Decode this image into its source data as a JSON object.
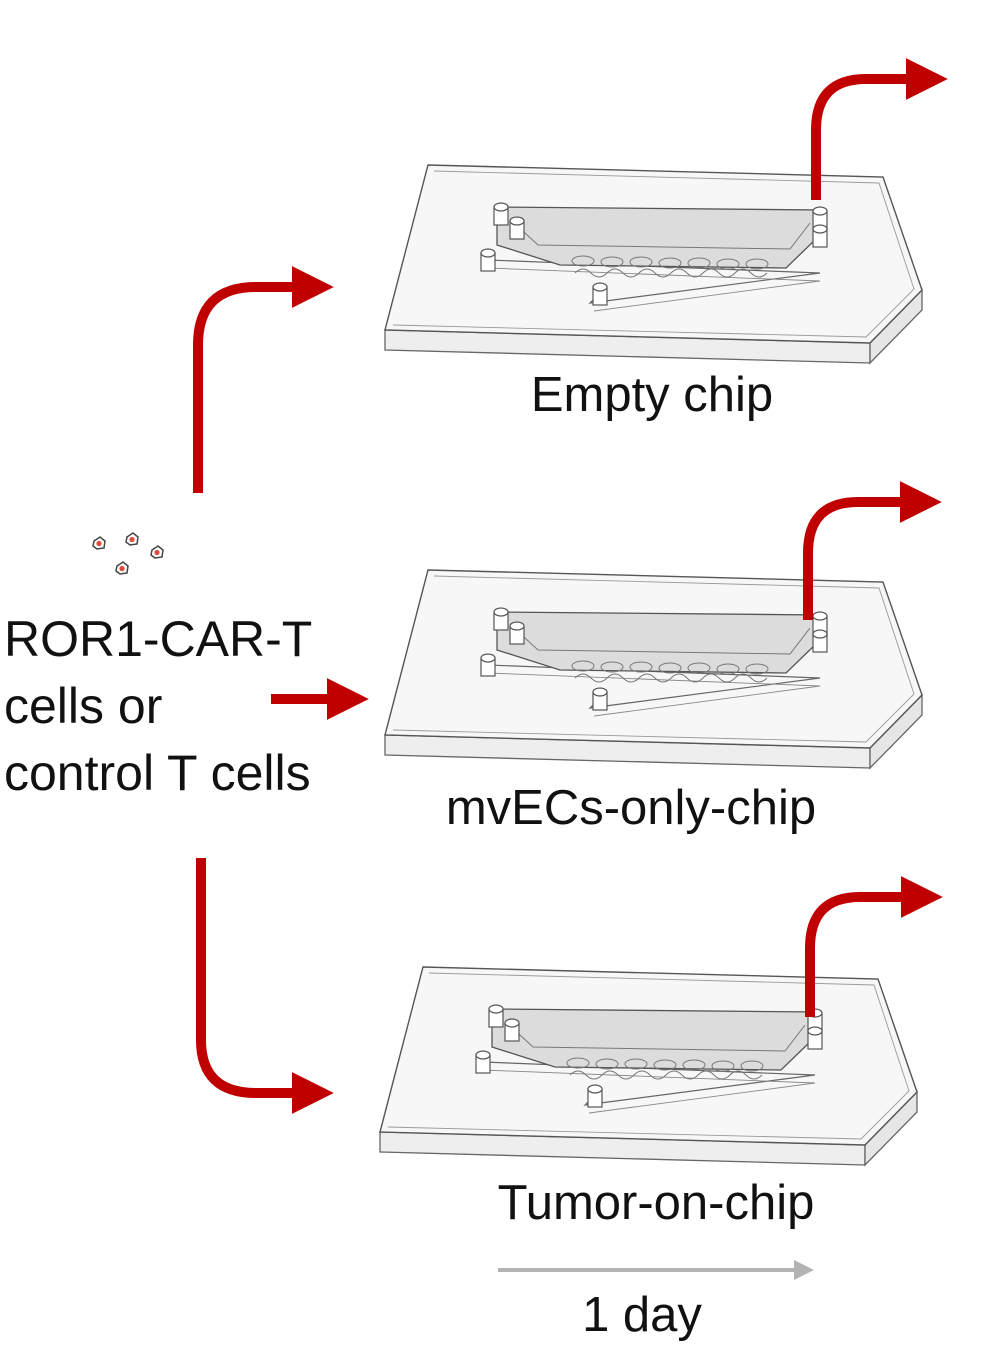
{
  "source_label": [
    "ROR1-CAR-T",
    "cells or",
    "control T cells"
  ],
  "chips": [
    {
      "label": "Empty chip"
    },
    {
      "label": "mvECs-only-chip"
    },
    {
      "label": "Tumor-on-chip"
    }
  ],
  "timeline": {
    "label": "1 day"
  },
  "colors": {
    "arrow": "#c00000",
    "chip_outline": "#555555",
    "chip_fill": "#f6f6f6",
    "channel_fill": "#dcdcdc",
    "cell": "#e04a3a",
    "timeline_arrow": "#b3b3b3"
  }
}
